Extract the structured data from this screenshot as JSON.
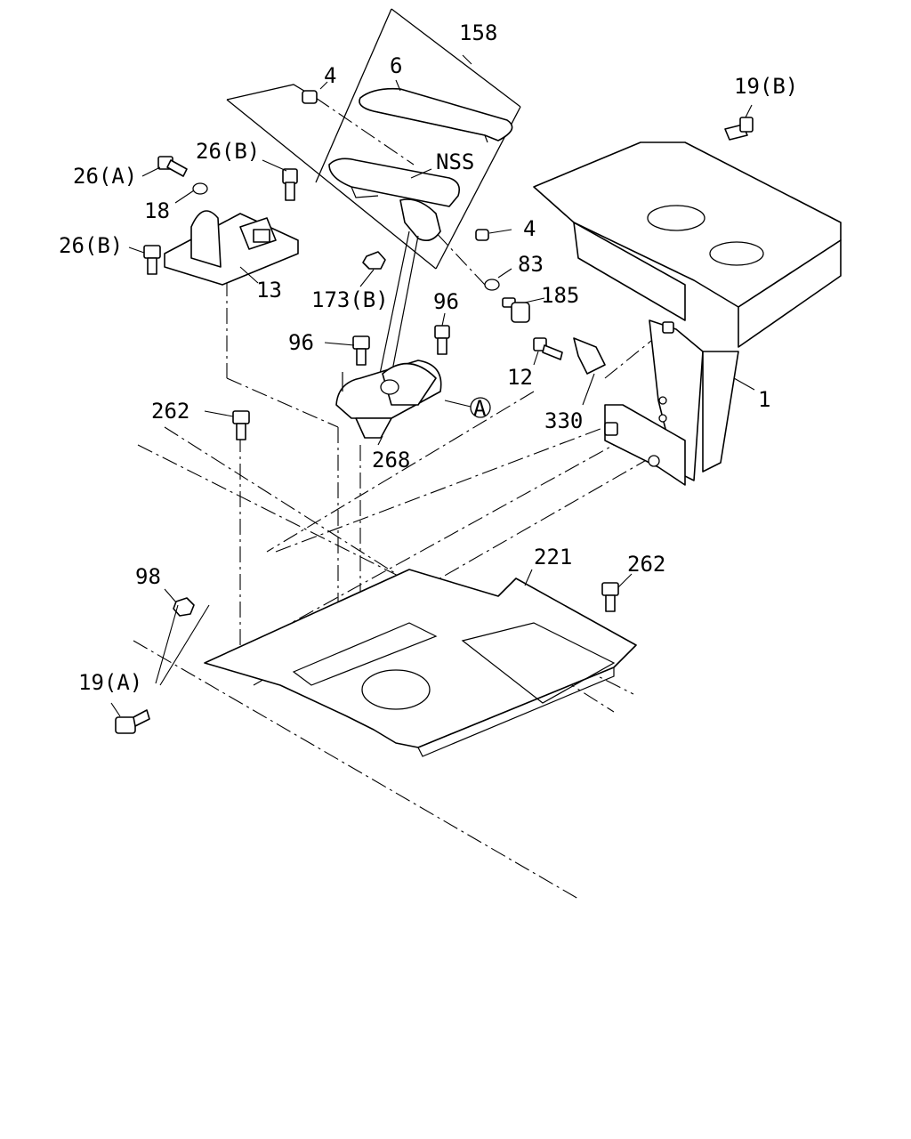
{
  "labels": {
    "l158": "158",
    "l4a": "4",
    "l6": "6",
    "l19b": "19(B)",
    "l26a": "26(A)",
    "l26b1": "26(B)",
    "lnss": "NSS",
    "l18": "18",
    "l4b": "4",
    "l26b2": "26(B)",
    "l83": "83",
    "l13": "13",
    "l173b": "173(B)",
    "l185": "185",
    "l96a": "96",
    "l96b": "96",
    "l12": "12",
    "l1": "1",
    "lA": "A",
    "l262a": "262",
    "l330": "330",
    "l268": "268",
    "l221": "221",
    "l262b": "262",
    "l98": "98",
    "l19a": "19(A)"
  }
}
